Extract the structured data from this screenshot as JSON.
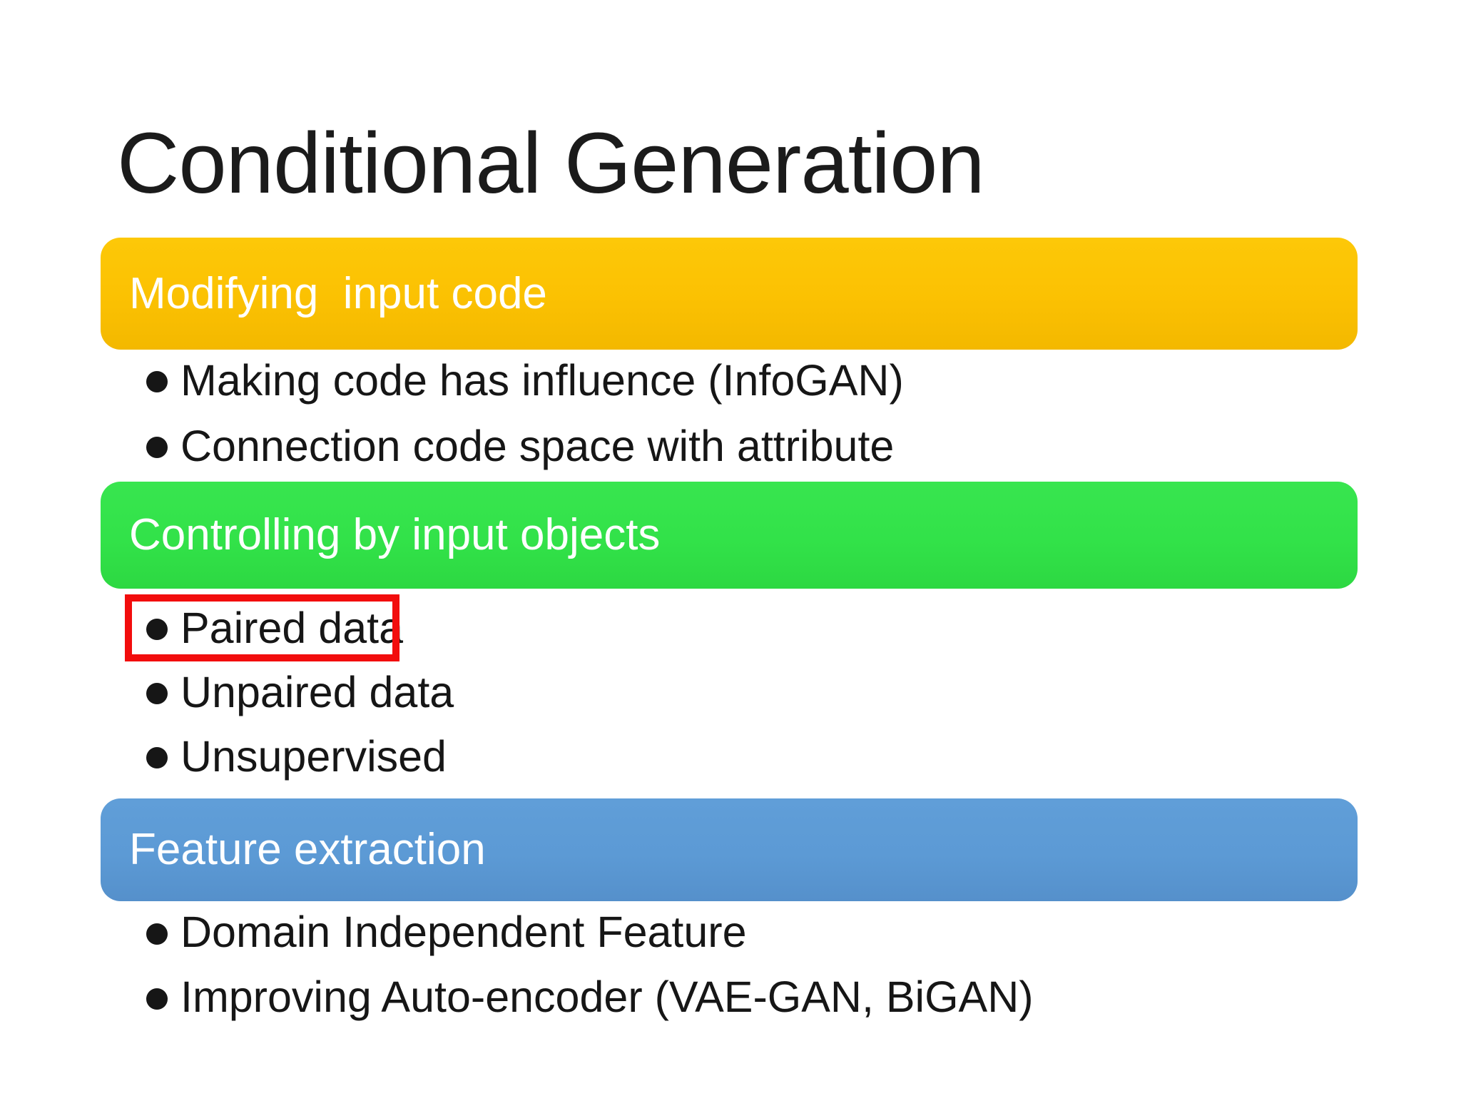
{
  "slide": {
    "title": "Conditional Generation",
    "background_color": "#ffffff",
    "title_color": "#1b1b1b",
    "bullet_text_color": "#161616",
    "sections": [
      {
        "header": "Modifying  input code",
        "header_bg": "#fbc102",
        "header_text_color": "#ffffff",
        "bullets": [
          "Making code has influence (InfoGAN)",
          "Connection code space with attribute"
        ]
      },
      {
        "header": "Controlling by input objects",
        "header_bg": "#32e249",
        "header_text_color": "#ffffff",
        "bullets": [
          "Paired data",
          "Unpaired data",
          "Unsupervised"
        ],
        "highlighted_bullet": "Paired data",
        "highlight_border_color": "#f20d0d"
      },
      {
        "header": "Feature extraction",
        "header_bg": "#5c9ad5",
        "header_text_color": "#ffffff",
        "bullets": [
          "Domain Independent Feature",
          "Improving Auto-encoder (VAE-GAN, BiGAN)"
        ]
      }
    ]
  }
}
